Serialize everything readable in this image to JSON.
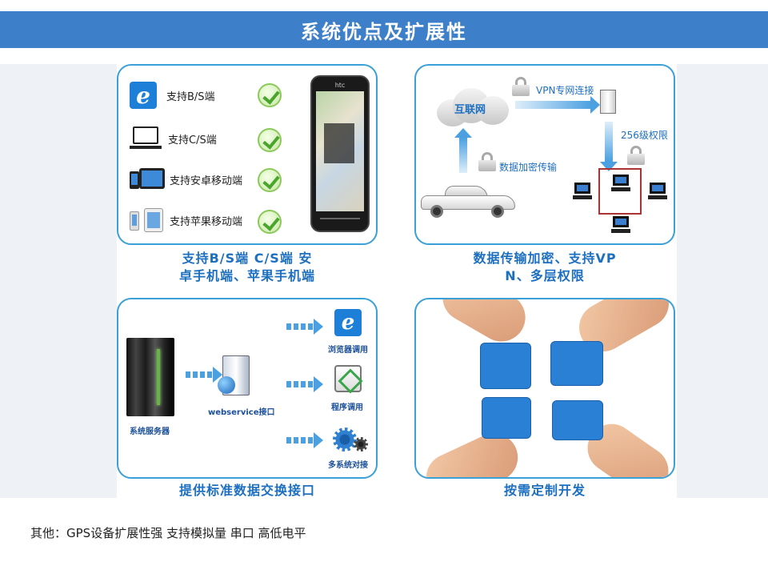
{
  "title": "系统优点及扩展性",
  "panel1": {
    "items": [
      {
        "label": "支持B/S端",
        "icon": "ie-icon"
      },
      {
        "label": "支持C/S端",
        "icon": "computer-icon"
      },
      {
        "label": "支持安卓移动端",
        "icon": "tablet-icon"
      },
      {
        "label": "支持苹果移动端",
        "icon": "iphone-icon"
      }
    ],
    "phone_brand": "htc",
    "caption_line1": "支持B/S端 C/S端 安",
    "caption_line2": "卓手机端、苹果手机端"
  },
  "panel2": {
    "cloud_label": "互联网",
    "vpn_label": "VPN专网连接",
    "level_label": "256级权限",
    "encrypt_label": "数据加密传输",
    "caption_line1": "数据传输加密、支持VP",
    "caption_line2": "N、多层权限"
  },
  "panel3": {
    "server_label": "系统服务器",
    "webservice_label": "webservice接口",
    "browser_label": "浏览器调用",
    "program_label": "程序调用",
    "multi_label": "多系统对接",
    "ie_glyph": "e",
    "caption": "提供标准数据交换接口"
  },
  "panel4": {
    "caption": "按需定制开发"
  },
  "footer": "其他：GPS设备扩展性强 支持模拟量 串口 高低电平",
  "colors": {
    "title_bar": "#3d7fc8",
    "panel_border": "#3aa0d8",
    "caption_text": "#1d6fc0",
    "puzzle": "#2a80d4"
  }
}
